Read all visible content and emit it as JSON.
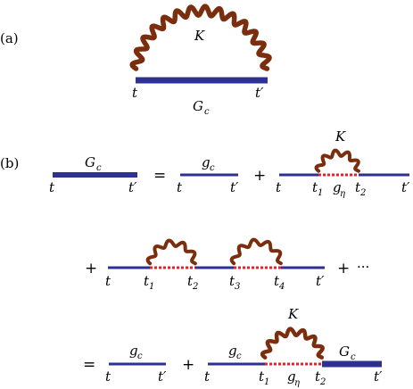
{
  "panel_a": {
    "label": "(a)",
    "kernel": "K",
    "propagator": "G",
    "propagator_sub": "c",
    "t_left": "t",
    "t_right": "t′"
  },
  "panel_b": {
    "label": "(b)",
    "row1": {
      "lhs": "G",
      "lhs_sub": "c",
      "lhs_t1": "t",
      "lhs_t2": "t′",
      "eq": "=",
      "bare": "g",
      "bare_sub": "c",
      "bare_t1": "t",
      "bare_t2": "t′",
      "plus": "+",
      "kernel": "K",
      "t_a": "t",
      "t_b": "t",
      "t_b_sub": "1",
      "g_eta": "g",
      "g_eta_sub": "η",
      "t_c": "t",
      "t_c_sub": "2",
      "t_d": "t′"
    },
    "row2": {
      "plus_lead": "+",
      "t_a": "t",
      "t1": "t",
      "t1_sub": "1",
      "t2": "t",
      "t2_sub": "2",
      "t3": "t",
      "t3_sub": "3",
      "t4": "t",
      "t4_sub": "4",
      "t_end": "t′",
      "plus_tail": "+",
      "ellipsis": "···"
    },
    "row3": {
      "eq": "=",
      "bare": "g",
      "bare_sub": "c",
      "bare_t1": "t",
      "bare_t2": "t′",
      "plus": "+",
      "g_left": "g",
      "g_left_sub": "c",
      "kernel": "K",
      "G_right": "G",
      "G_right_sub": "c",
      "t_a": "t",
      "t1": "t",
      "t1_sub": "1",
      "g_eta": "g",
      "g_eta_sub": "η",
      "t2": "t",
      "t2_sub": "2",
      "t_end": "t′"
    }
  },
  "colors": {
    "propagator": "#2e3192",
    "kernel": "#7a2e0e",
    "dotted": "#e8202a"
  }
}
